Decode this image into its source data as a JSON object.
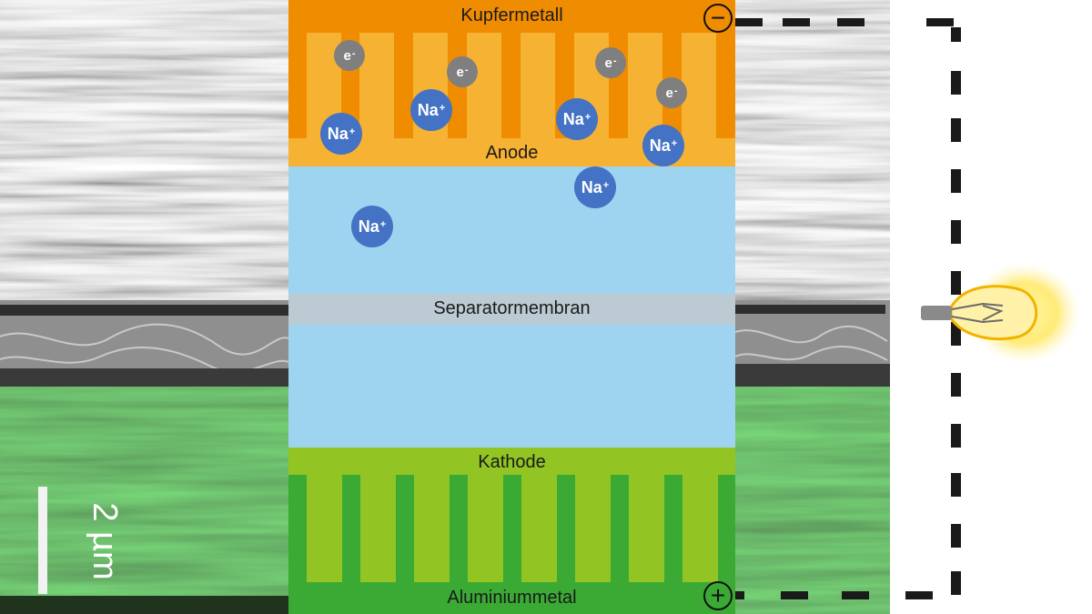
{
  "labels": {
    "top_metal": "Kupfermetall",
    "anode": "Anode",
    "separator": "Separatormembran",
    "cathode": "Kathode",
    "bottom_metal": "Aluminiummetal"
  },
  "ions": {
    "sodium_base": "Na",
    "sodium_charge": "+",
    "electron_base": "e",
    "electron_charge": "-"
  },
  "terminals": {
    "negative": "−",
    "positive": "+"
  },
  "scale_bar": {
    "label": "2 µm"
  },
  "colors": {
    "copper": "#f08c00",
    "anode_fill": "#f6b233",
    "electrolyte": "#9fd4f0",
    "separator": "#bccad4",
    "cathode_fill": "#92c523",
    "aluminium": "#3aaa35",
    "sodium_ion": "#4472c4",
    "electron": "#7f7f7f",
    "bulb_glow": "#fff3a0"
  }
}
